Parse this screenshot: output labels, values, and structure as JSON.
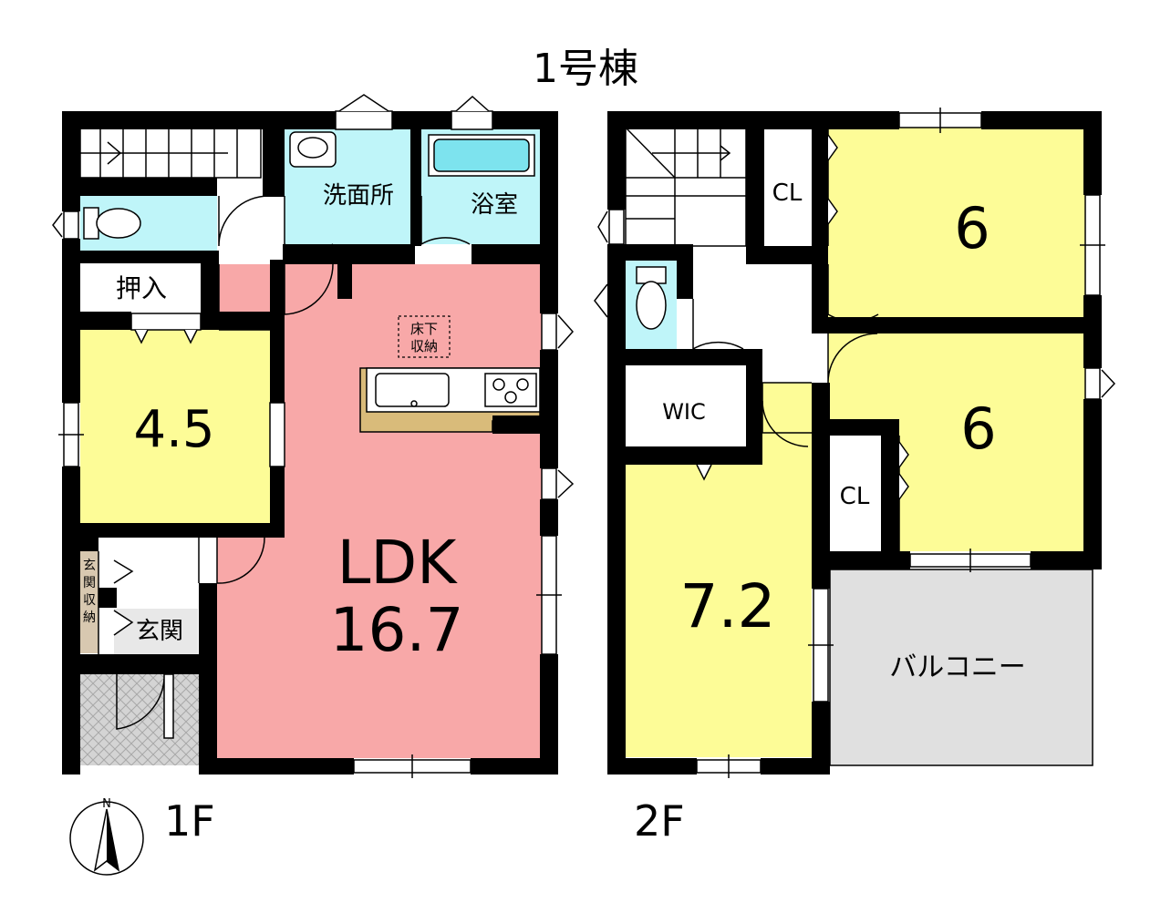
{
  "title": "1号棟",
  "floors": {
    "f1": {
      "label": "1F",
      "rooms": {
        "washroom": "洗面所",
        "bath": "浴室",
        "closet": "押入",
        "under_floor_l1": "床下",
        "under_floor_l2": "収納",
        "bedroom_size": "4.5",
        "ldk_name": "LDK",
        "ldk_size": "16.7",
        "entrance": "玄関",
        "entrance_storage": [
          "玄",
          "関",
          "収",
          "納"
        ]
      }
    },
    "f2": {
      "label": "2F",
      "rooms": {
        "cl_top": "CL",
        "room_top_size": "6",
        "wic": "WIC",
        "room_mid_size": "6",
        "cl_mid": "CL",
        "room_main_size": "7.2",
        "balcony": "バルコニー"
      }
    }
  },
  "compass": {
    "north_label": "N"
  },
  "colors": {
    "wall": "#000000",
    "wet_area": "#bff5f9",
    "bedroom": "#fdfc97",
    "ldk": "#f8a8a8",
    "balcony": "#e0e0e0",
    "entrance_floor": "#d0d0d0",
    "storage": "#d8c8b0",
    "kitchen_counter": "#d9bb7a"
  }
}
